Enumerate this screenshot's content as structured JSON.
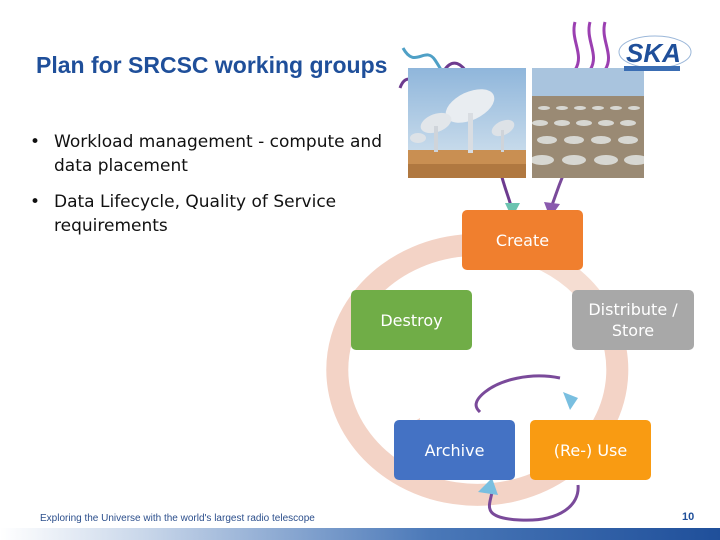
{
  "slide": {
    "title": "Plan for SRCSC working groups",
    "bullets": [
      {
        "marker": "•",
        "text": "Workload management  - compute and data placement"
      },
      {
        "marker": "•",
        "text": "Data Lifecycle, Quality of Service requirements"
      }
    ]
  },
  "lifecycle": {
    "create": "Create",
    "distribute": "Distribute / Store",
    "use": "(Re-) Use",
    "archive": "Archive",
    "destroy": "Destroy"
  },
  "footer": {
    "tagline": "Exploring the Universe with the world's largest radio telescope",
    "page_number": "10"
  },
  "logo": {
    "text": "SKA"
  },
  "colors": {
    "title": "#1f4f9a",
    "create": "#f07f2e",
    "distribute": "#a8a8a8",
    "use": "#f99b12",
    "archive": "#4472c4",
    "destroy": "#70ad47",
    "cycle_arrow": "#f3d3c6",
    "footer_bar": "#1f4f9a"
  },
  "icons": [
    "squiggle-arrow-icon",
    "dish-antenna-photo",
    "aperture-array-photo",
    "ska-logo"
  ]
}
